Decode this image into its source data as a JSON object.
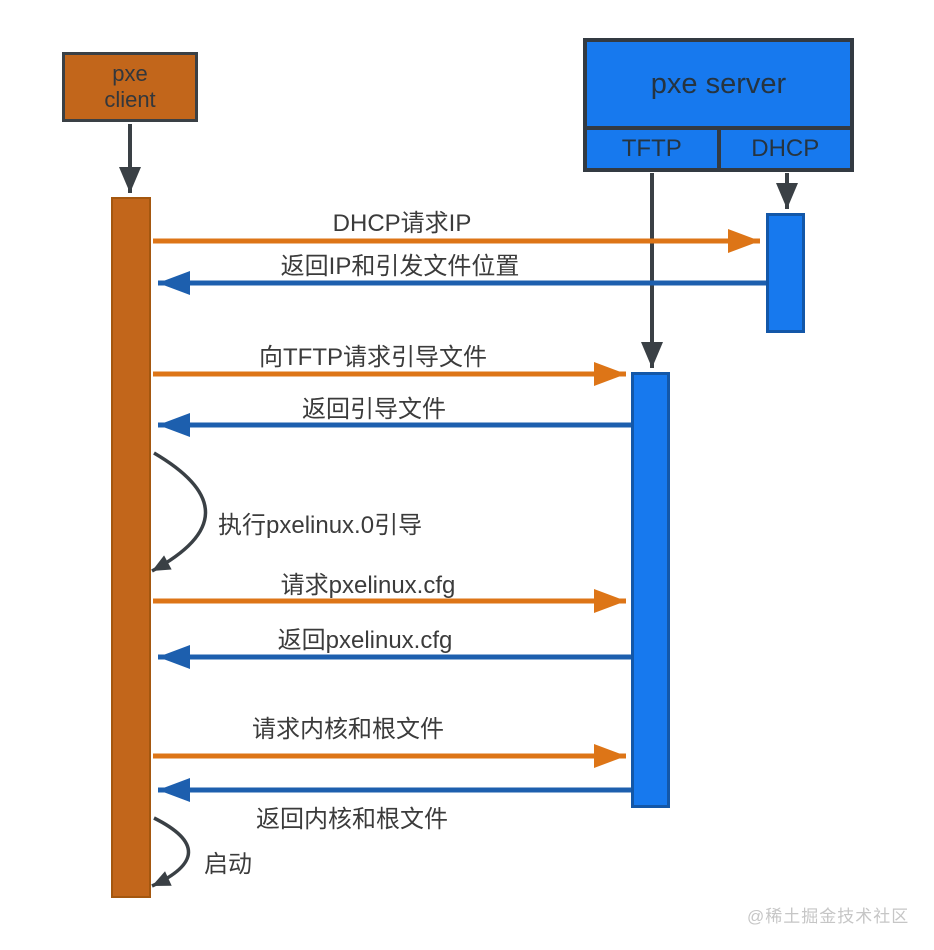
{
  "colors": {
    "orange": "#c2661b",
    "orange_arrow": "#dd7517",
    "blue": "#1779ee",
    "blue_arrow": "#1d5fae",
    "dark": "#3a4045",
    "text": "#3b3b3b",
    "watermark": "#c6c6c6"
  },
  "actors": {
    "client": {
      "label_line1": "pxe",
      "label_line2": "client"
    },
    "server": {
      "title": "pxe server",
      "services": [
        {
          "label": "TFTP"
        },
        {
          "label": "DHCP"
        }
      ]
    }
  },
  "messages": [
    {
      "label": "DHCP请求IP",
      "from": "pxe client",
      "to": "DHCP",
      "direction": "right"
    },
    {
      "label": "返回IP和引发文件位置",
      "from": "DHCP",
      "to": "pxe client",
      "direction": "left"
    },
    {
      "label": "向TFTP请求引导文件",
      "from": "pxe client",
      "to": "TFTP",
      "direction": "right"
    },
    {
      "label": "返回引导文件",
      "from": "TFTP",
      "to": "pxe client",
      "direction": "left"
    },
    {
      "label": "执行pxelinux.0引导",
      "from": "pxe client",
      "to": "pxe client",
      "direction": "self"
    },
    {
      "label": "请求pxelinux.cfg",
      "from": "pxe client",
      "to": "TFTP",
      "direction": "right"
    },
    {
      "label": "返回pxelinux.cfg",
      "from": "TFTP",
      "to": "pxe client",
      "direction": "left"
    },
    {
      "label": "请求内核和根文件",
      "from": "pxe client",
      "to": "TFTP",
      "direction": "right"
    },
    {
      "label": "返回内核和根文件",
      "from": "TFTP",
      "to": "pxe client",
      "direction": "left"
    },
    {
      "label": "启动",
      "from": "pxe client",
      "to": "pxe client",
      "direction": "self"
    }
  ],
  "watermark": "@稀土掘金技术社区"
}
